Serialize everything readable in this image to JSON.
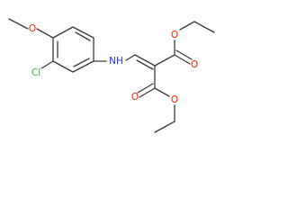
{
  "diagram": {
    "atoms": {
      "methoxy_o": {
        "label": "O",
        "color": "#ff2200"
      },
      "cl": {
        "label": "Cl",
        "color": "#22cc22"
      },
      "amine_n": {
        "label": "NH",
        "color": "#2233ff"
      },
      "ester1_carbonyl_o": {
        "label": "O",
        "color": "#ff2200"
      },
      "ester1_ether_o": {
        "label": "O",
        "color": "#ff2200"
      },
      "ester2_carbonyl_o": {
        "label": "O",
        "color": "#ff2200"
      },
      "ester2_ether_o": {
        "label": "O",
        "color": "#ff2200"
      }
    },
    "bond_color": "#3a3a3a"
  }
}
